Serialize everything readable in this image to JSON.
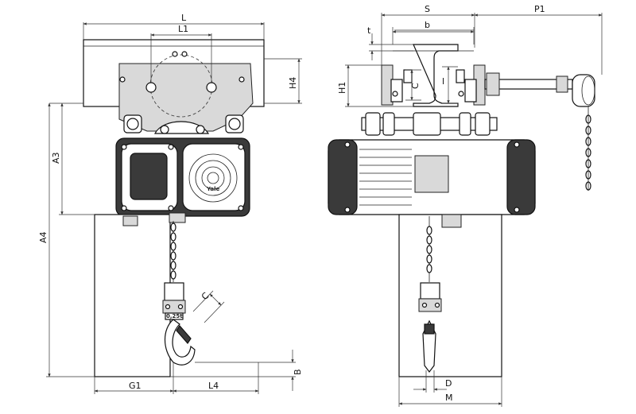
{
  "front_view": {
    "labels": {
      "L": "L",
      "L1": "L1",
      "H4": "H4",
      "A3": "A3",
      "A4": "A4",
      "C": "C",
      "B": "B",
      "G1": "G1",
      "L4": "L4"
    },
    "brand": "Yale",
    "hook_tag": "0,25t"
  },
  "side_view": {
    "labels": {
      "S": "S",
      "P1": "P1",
      "t": "t",
      "b": "b",
      "H1": "H1",
      "C": "C",
      "l": "l",
      "D": "D",
      "M": "M"
    }
  },
  "colors": {
    "line": "#111111",
    "fill_gray": "#d9d9d9",
    "fill_dark": "#3a3a3a"
  }
}
